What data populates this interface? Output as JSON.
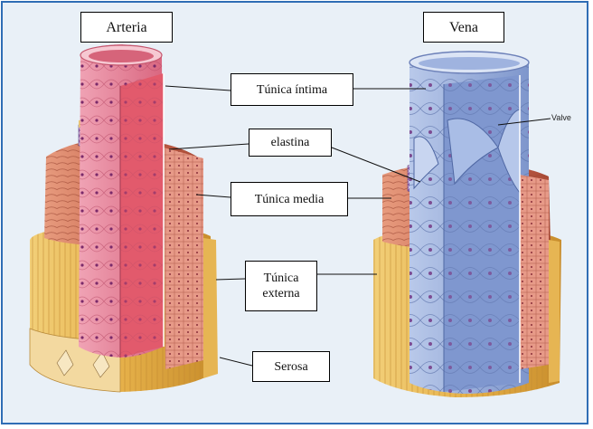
{
  "titles": {
    "artery": "Arteria",
    "vein": "Vena"
  },
  "labels": {
    "tunica_intima": "Túnica íntima",
    "elastina": "elastina",
    "tunica_media": "Túnica media",
    "tunica_externa": "Túnica externa",
    "serosa": "Serosa",
    "valve": "Valve"
  },
  "colors": {
    "frame_border": "#2f6db5",
    "background": "#e9f0f7",
    "intima_artery": "#e77a8f",
    "intima_vein": "#8ea8d8",
    "media": "#cc6a4f",
    "elastin": "#8b5fa8",
    "externa": "#e8b955"
  }
}
